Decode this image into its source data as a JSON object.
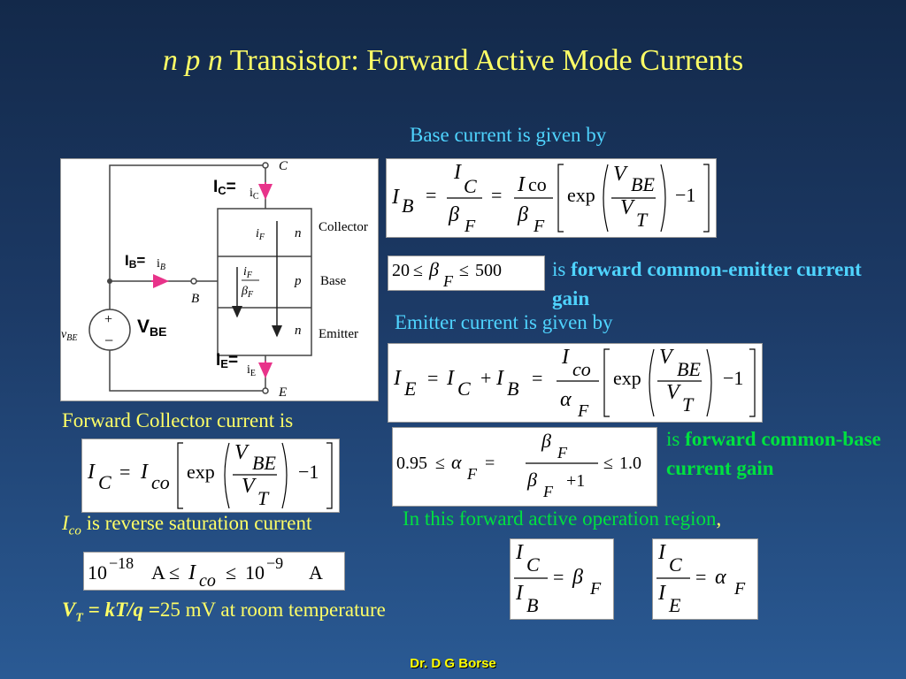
{
  "title": {
    "italic_part": "n p n",
    "rest": " Transistor: Forward Active Mode Currents"
  },
  "base_current_heading": "Base current is given by",
  "beta_range": {
    "low": "20",
    "high": "500",
    "text_is": "is ",
    "text_bold": "forward common-emitter current gain"
  },
  "emitter_current_heading": "Emitter current is given by",
  "alpha_range": {
    "low": "0.95",
    "high": "1.0",
    "text_is": "is ",
    "text_bold": "forward common-base current gain"
  },
  "active_region_text": "In this forward active operation region",
  "active_region_comma": ",",
  "collector_heading": "Forward Collector current is",
  "ico_note": {
    "symbol": "I",
    "sub": "co",
    "text": " is reverse  saturation current"
  },
  "ico_range": {
    "low": "10",
    "low_exp": "−18",
    "high": "10",
    "high_exp": "−9",
    "unit": "A"
  },
  "vt_note": {
    "prefix": "V",
    "sub": "T",
    "eq": " = kT/q =",
    "value": "25 mV at room temperature"
  },
  "circuit": {
    "ic_label": "I",
    "ic_sub": "C",
    "ic_eq": "=",
    "ib_label": "I",
    "ib_sub": "B",
    "ib_eq": "=",
    "ie_label": "I",
    "ie_sub": "E",
    "ie_eq": "=",
    "vbe_label": "V",
    "vbe_sub": "BE",
    "node_c": "C",
    "node_b": "B",
    "node_e": "E",
    "region_collector": "Collector",
    "region_base": "Base",
    "region_emitter": "Emitter",
    "layer_n1": "n",
    "layer_p": "p",
    "layer_n2": "n",
    "source_label": "v",
    "source_sub": "BE",
    "plus": "+",
    "minus": "−"
  },
  "footer": "Dr. D G Borse",
  "colors": {
    "title": "#ffff66",
    "cyan": "#4fd4ff",
    "green": "#00e040",
    "footer": "#ffff00",
    "arrow": "#e8338a"
  }
}
